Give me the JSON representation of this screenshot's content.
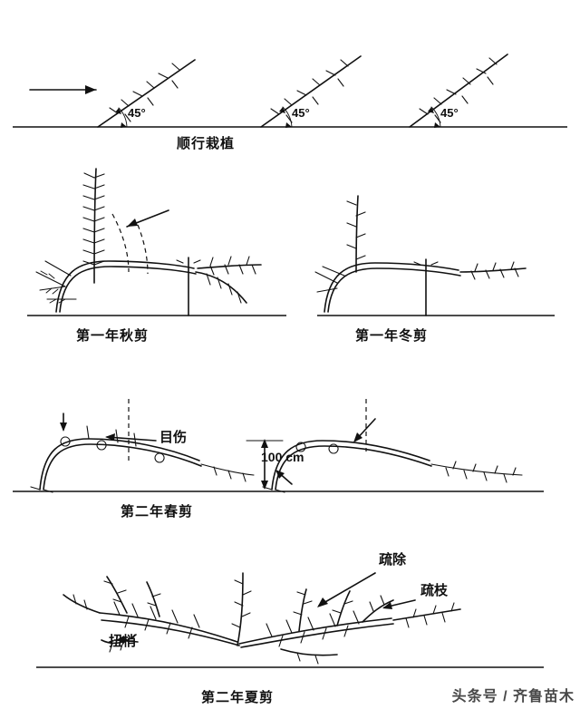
{
  "figure": {
    "title_present": false,
    "watermark": "头条号 / 齐鲁苗木"
  },
  "panels": [
    {
      "id": "panel-1",
      "caption": "顺行栽植",
      "angle_labels": [
        "45°",
        "45°",
        "45°"
      ],
      "notes": "三株倾斜45度顺行栽植，左侧箭头示行向"
    },
    {
      "id": "panel-2",
      "caption": "第一年秋剪",
      "angle_labels": [],
      "notes": "主枝弯倒绑缚于立柱，秋季短截，虚线示剪除部位，箭头指示"
    },
    {
      "id": "panel-3",
      "caption": "第一年冬剪",
      "angle_labels": [],
      "notes": "冬季修剪后骨架形态"
    },
    {
      "id": "panel-4",
      "caption": "第二年春剪",
      "angle_labels": [],
      "labels": [
        "目伤",
        "100 cm"
      ],
      "notes": "春季刻芽（目伤），株距标注100厘米，虚线为垂直参考线"
    },
    {
      "id": "panel-5",
      "caption": "第二年夏剪",
      "angle_labels": [],
      "labels": [
        "疏除",
        "疏枝",
        "扭梢"
      ],
      "notes": "夏季修剪：疏除、疏枝、扭梢三种处理，箭头指向对应枝条"
    }
  ],
  "colors": {
    "ink": "#111111",
    "background": "#ffffff",
    "watermark": "#3a3a3a"
  }
}
